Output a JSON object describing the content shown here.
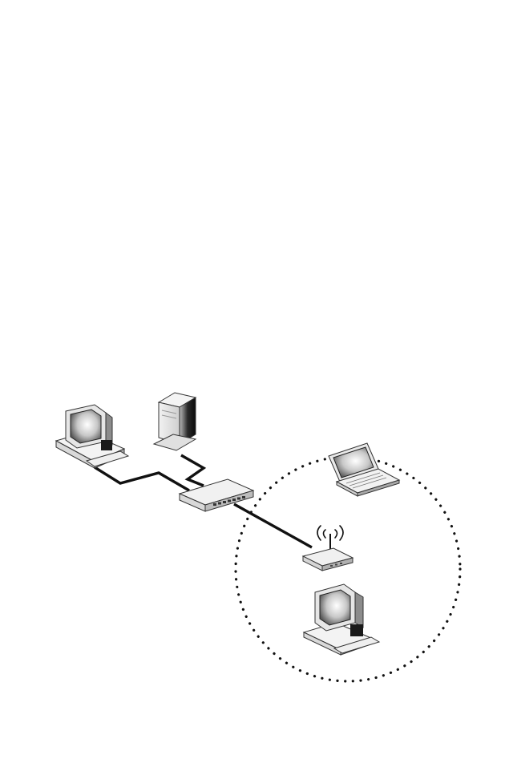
{
  "diagram": {
    "nodes": [
      {
        "id": "wired-pc",
        "icon": "desktop-computer-icon"
      },
      {
        "id": "server",
        "icon": "tower-server-icon"
      },
      {
        "id": "switch",
        "icon": "network-switch-icon"
      },
      {
        "id": "access-point",
        "icon": "wireless-router-icon"
      },
      {
        "id": "laptop",
        "icon": "laptop-computer-icon"
      },
      {
        "id": "wireless-pc",
        "icon": "desktop-computer-icon"
      }
    ],
    "links": [
      {
        "from": "wired-pc",
        "to": "switch",
        "kind": "wired"
      },
      {
        "from": "server",
        "to": "switch",
        "kind": "wired"
      },
      {
        "from": "switch",
        "to": "access-point",
        "kind": "wired"
      }
    ],
    "wireless_zone": {
      "members": [
        "access-point",
        "laptop",
        "wireless-pc"
      ],
      "style": "dotted-circle"
    },
    "colors": {
      "line": "#111111",
      "shade_dark": "#1a1a1a",
      "shade_mid": "#9a9a9a",
      "shade_light": "#e8e8e8"
    }
  }
}
